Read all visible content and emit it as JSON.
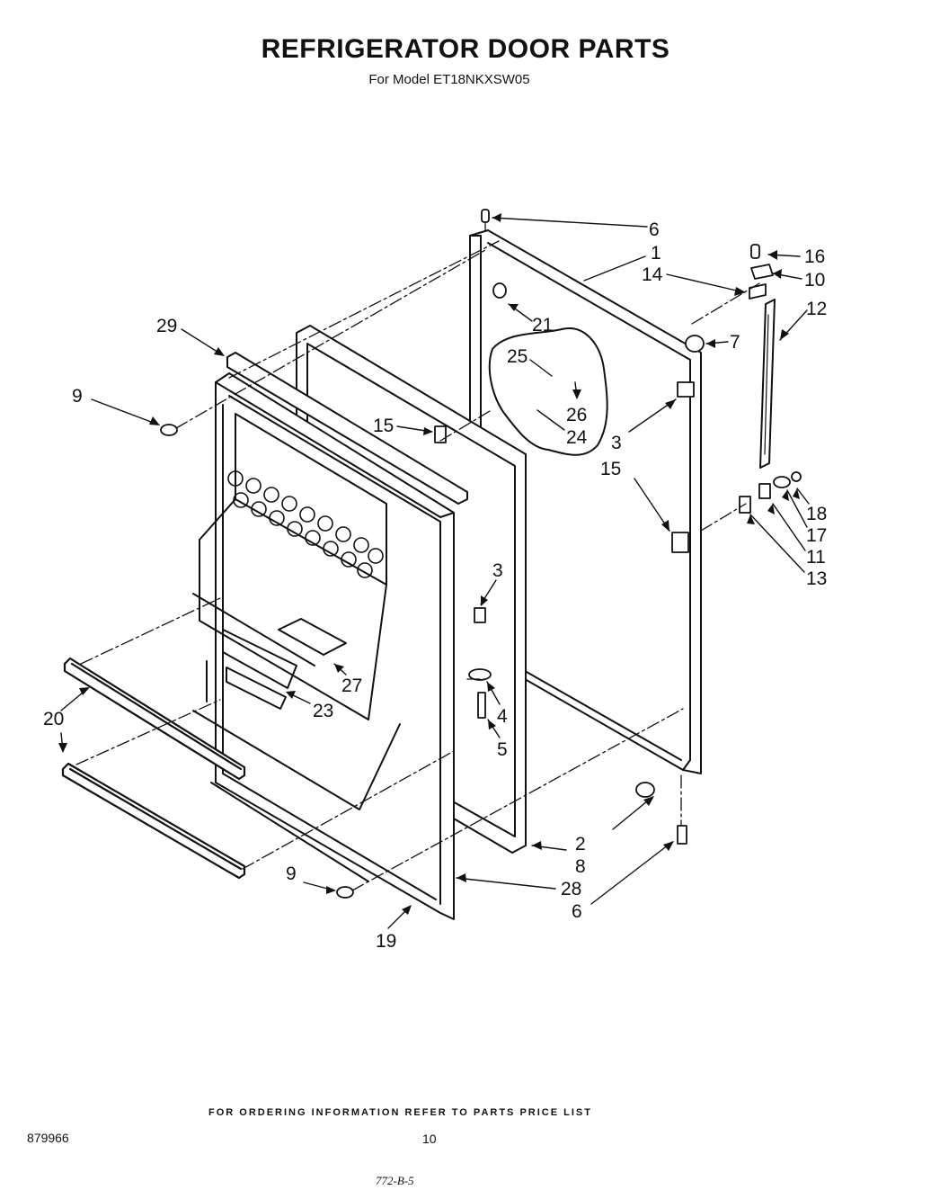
{
  "header": {
    "title": "REFRIGERATOR DOOR PARTS",
    "subtitle": "For Model ET18NKXSW05"
  },
  "callouts": [
    "6",
    "1",
    "16",
    "10",
    "14",
    "12",
    "21",
    "7",
    "29",
    "25",
    "9",
    "26",
    "15",
    "24",
    "3",
    "15",
    "18",
    "17",
    "11",
    "13",
    "3",
    "27",
    "23",
    "4",
    "20",
    "5",
    "2",
    "8",
    "9",
    "28",
    "6",
    "19"
  ],
  "footer": {
    "ordering_note": "FOR ORDERING INFORMATION REFER TO PARTS PRICE LIST",
    "doc_number": "879966",
    "page_number": "10",
    "handwritten_note": "772-B-5"
  }
}
